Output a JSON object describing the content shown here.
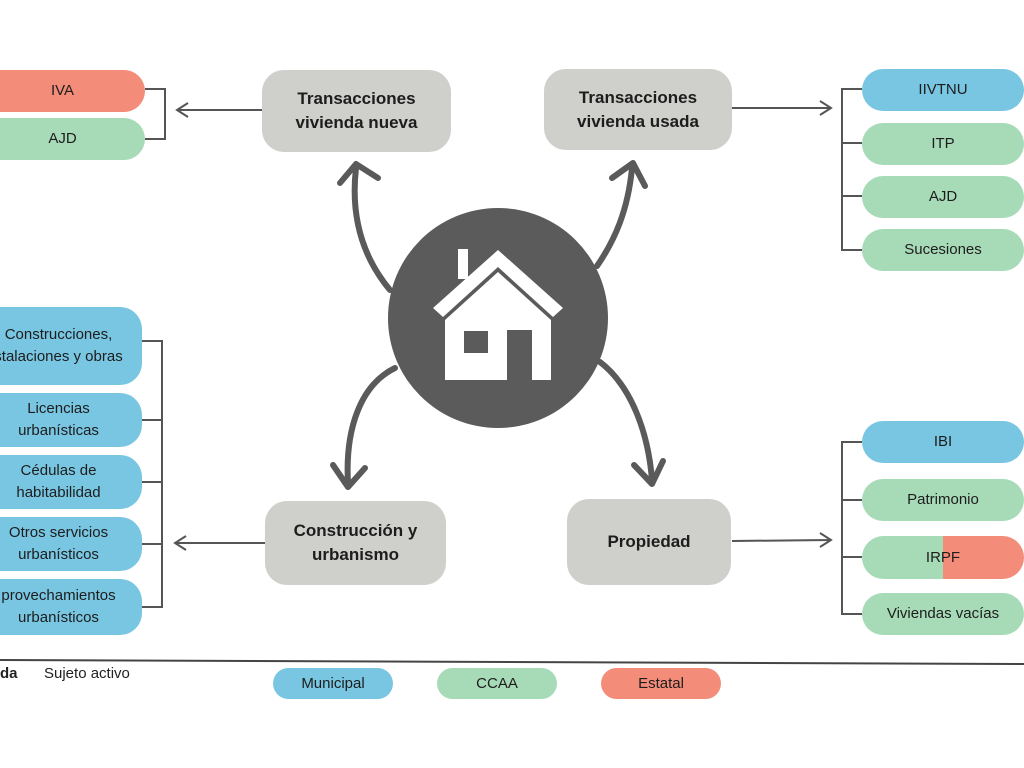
{
  "center": {
    "icon": "house-icon"
  },
  "hubs": {
    "nueva": "Transacciones\nvivienda nueva",
    "usada": "Transacciones\nvivienda usada",
    "construccion": "Construcción y\nurbanismo",
    "propiedad": "Propiedad"
  },
  "groups": {
    "nueva": [
      {
        "label": "IVA",
        "level": "Estatal"
      },
      {
        "label": "AJD",
        "level": "CCAA"
      }
    ],
    "usada": [
      {
        "label": "IIVTNU",
        "level": "Municipal"
      },
      {
        "label": "ITP",
        "level": "CCAA"
      },
      {
        "label": "AJD",
        "level": "CCAA"
      },
      {
        "label": "Sucesiones",
        "level": "CCAA"
      }
    ],
    "construccion": [
      {
        "label": "Construcciones,\nstalaciones y obras",
        "level": "Municipal"
      },
      {
        "label": "Licencias\nurbanísticas",
        "level": "Municipal"
      },
      {
        "label": "Cédulas de\nhabitabilidad",
        "level": "Municipal"
      },
      {
        "label": "Otros servicios\nurbanísticos",
        "level": "Municipal"
      },
      {
        "label": "provechamientos\nurbanísticos",
        "level": "Municipal"
      }
    ],
    "propiedad": [
      {
        "label": "IBI",
        "level": "Municipal"
      },
      {
        "label": "Patrimonio",
        "level": "CCAA"
      },
      {
        "label": "IRPF",
        "level": "CCAA / Estatal"
      },
      {
        "label": "Viviendas vacías",
        "level": "CCAA"
      }
    ]
  },
  "legend": {
    "title": "da",
    "subtitle": "Sujeto activo",
    "items": [
      {
        "label": "Municipal",
        "color": "#78c6e2"
      },
      {
        "label": "CCAA",
        "color": "#a7dbb8"
      },
      {
        "label": "Estatal",
        "color": "#f48c7a"
      }
    ]
  },
  "colors": {
    "hub": "#cfcfcb",
    "circle": "#5b5b5b",
    "arrow": "#5a5a5a",
    "line": "#555555"
  }
}
